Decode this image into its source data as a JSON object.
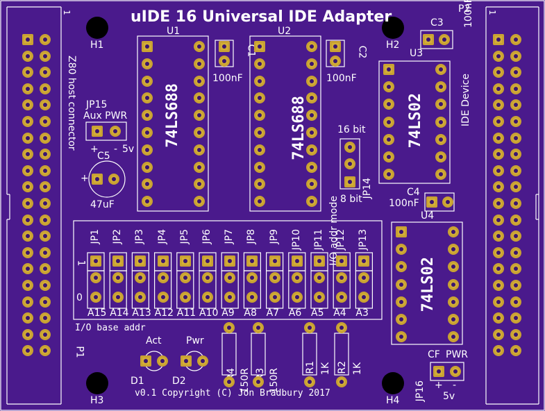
{
  "board": {
    "title": "uIDE 16 Universal IDE Adapter",
    "copyright": "v0.1 Copyright (C) Jon Bradbury 2017",
    "background": "#4a1a8c",
    "pad_color": "#d4af37"
  },
  "connectors": {
    "p1": {
      "ref": "P1",
      "pin1": "1",
      "side_label": "Z80 host connector"
    },
    "p2": {
      "ref": "P2",
      "pin1": "1",
      "side_label": "IDE Device"
    }
  },
  "holes": {
    "h1": "H1",
    "h2": "H2",
    "h3": "H3",
    "h4": "H4"
  },
  "chips": {
    "u1": {
      "ref": "U1",
      "part": "74LS688"
    },
    "u2": {
      "ref": "U2",
      "part": "74LS688"
    },
    "u3": {
      "ref": "U3",
      "part": "74LS02"
    },
    "u4": {
      "ref": "U4",
      "part": "74LS02"
    }
  },
  "caps": {
    "c1": {
      "ref": "C1",
      "value": "100nF"
    },
    "c2": {
      "ref": "C2",
      "value": "100nF"
    },
    "c3": {
      "ref": "C3",
      "value": "100nF"
    },
    "c4": {
      "ref": "C4",
      "value": "100nF"
    },
    "c5": {
      "ref": "C5",
      "value": "47uF",
      "plus": "+"
    }
  },
  "jumpers": {
    "jp15": {
      "ref": "JP15",
      "label": "Aux PWR",
      "plus": "+",
      "minus": "-",
      "volt": "5v"
    },
    "jp14": {
      "ref": "JP14",
      "title": "I/O addr mode",
      "top": "16 bit",
      "bottom": "8 bit"
    },
    "jp16": {
      "ref": "JP16",
      "label": "CF",
      "pwr": "PWR",
      "plus": "+",
      "minus": "-",
      "volt": "5v"
    }
  },
  "address_jumpers": {
    "refs": [
      "JP1",
      "JP2",
      "JP3",
      "JP4",
      "JP5",
      "JP6",
      "JP7",
      "JP8",
      "JP9",
      "JP10",
      "JP11",
      "JP12",
      "JP13"
    ],
    "addrs": [
      "A15",
      "A14",
      "A13",
      "A12",
      "A11",
      "A10",
      "A9",
      "A8",
      "A7",
      "A6",
      "A5",
      "A4",
      "A3"
    ],
    "one_label": "1",
    "zero_label": "0",
    "base_label": "I/O base addr"
  },
  "resistors": {
    "r4": {
      "ref": "R4",
      "value": "150R"
    },
    "r3": {
      "ref": "R3",
      "value": "150R"
    },
    "r1": {
      "ref": "R1",
      "value": "1K"
    },
    "r2": {
      "ref": "R2",
      "value": "1K"
    }
  },
  "leds": {
    "d1": {
      "ref": "D1",
      "label": "Act"
    },
    "d2": {
      "ref": "D2",
      "label": "Pwr"
    }
  }
}
